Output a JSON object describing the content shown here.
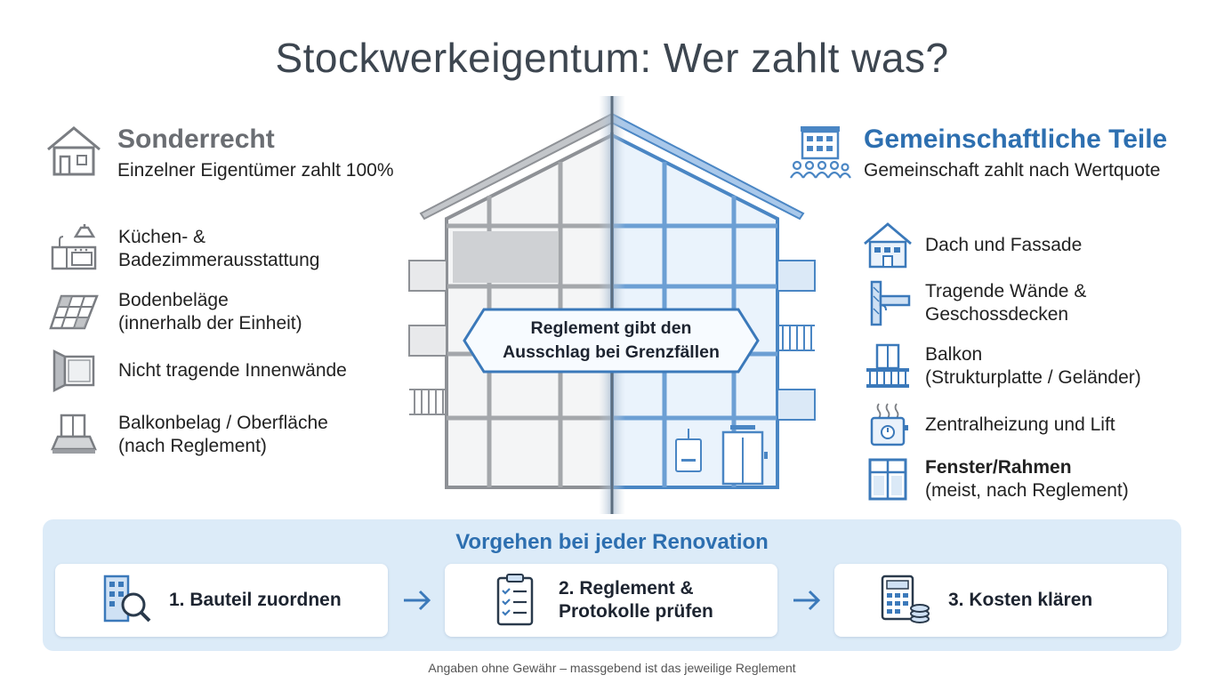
{
  "title": "Stockwerkeigentum: Wer zahlt was?",
  "left": {
    "title": "Sonderrecht",
    "subtitle": "Einzelner Eigentümer zahlt 100%",
    "items": [
      {
        "icon": "kitchen-icon",
        "text": "Küchen- &\nBadezimmerausstattung"
      },
      {
        "icon": "floor-tiles-icon",
        "text": "Bodenbeläge\n(innerhalb der Einheit)"
      },
      {
        "icon": "interior-wall-icon",
        "text": "Nicht tragende Innenwände"
      },
      {
        "icon": "balcony-surface-icon",
        "text": "Balkonbelag / Oberfläche\n(nach Reglement)"
      }
    ]
  },
  "right": {
    "title": "Gemeinschaftliche Teile",
    "subtitle": "Gemeinschaft zahlt nach Wertquote",
    "items": [
      {
        "icon": "house-icon",
        "text": "Dach und Fassade"
      },
      {
        "icon": "load-bearing-wall-icon",
        "text": "Tragende Wände &\nGeschossdecken"
      },
      {
        "icon": "balcony-icon",
        "text": "Balkon\n(Strukturplatte / Geländer)"
      },
      {
        "icon": "heating-icon",
        "text": "Zentralheizung und Lift"
      },
      {
        "icon": "window-icon",
        "text_bold": "Fenster/Rahmen",
        "text": "(meist, nach Reglement)"
      }
    ]
  },
  "callout": "Reglement gibt den\nAusschlag bei Grenzfällen",
  "process": {
    "title": "Vorgehen bei jeder Renovation",
    "steps": [
      {
        "icon": "building-search-icon",
        "label": "1. Bauteil zuordnen"
      },
      {
        "icon": "checklist-icon",
        "label": "2. Reglement &\nProtokolle prüfen"
      },
      {
        "icon": "calculator-icon",
        "label": "3. Kosten klären"
      }
    ]
  },
  "footer": "Angaben ohne Gewähr – massgebend ist das jeweilige Reglement",
  "colors": {
    "accent": "#2d6fb0",
    "gray": "#6a6d72",
    "panel": "#dcebf8"
  }
}
